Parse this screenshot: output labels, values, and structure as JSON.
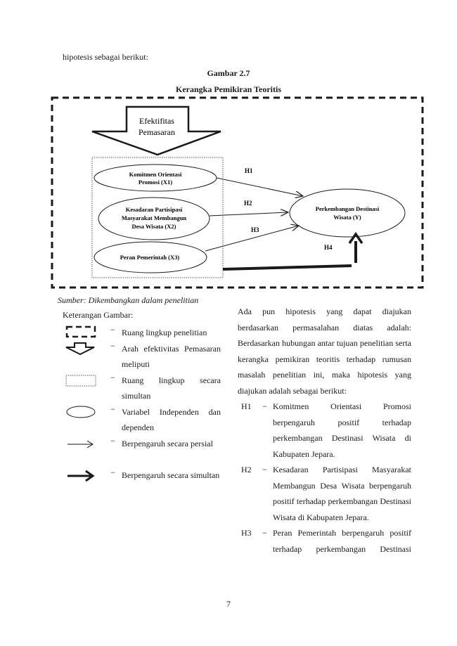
{
  "intro_text": "hipotesis sebagai berikut:",
  "figure": {
    "number": "Gambar 2.7",
    "title": "Kerangka Pemikiran Teoritis",
    "arrow_label_line1": "Efektifitas",
    "arrow_label_line2": "Pemasaran",
    "var_x1_line1": "Komitmen Orientasi",
    "var_x1_line2": "Promosi (X1)",
    "var_x2_line1": "Kesadaran Partisipasi",
    "var_x2_line2": "Masyarakat Membangun",
    "var_x2_line3": "Desa Wisata (X2)",
    "var_x3": "Peran Pemerintah (X3)",
    "var_y_line1": "Perkembangan Destinasi",
    "var_y_line2": "Wisata (Y)",
    "h1": "H1",
    "h2": "H2",
    "h3": "H3",
    "h4": "H4"
  },
  "source_note": "Sumber: Dikembangkan dalam penelitian",
  "legend": {
    "title": "Keterangan Gambar:",
    "items": [
      {
        "icon": "dashed-rect-icon",
        "text": "Ruang lingkup penelitian"
      },
      {
        "icon": "down-arrow-icon",
        "text": "Arah efektivitas Pemasaran meliputi"
      },
      {
        "icon": "dotted-rect-icon",
        "text": "Ruang lingkup secara simultan"
      },
      {
        "icon": "ellipse-icon",
        "text": "Variabel Independen dan dependen"
      },
      {
        "icon": "thin-arrow-icon",
        "text": "Berpengaruh secara persial"
      },
      {
        "icon": "thick-arrow-icon",
        "text": "Berpengaruh secara simultan"
      }
    ],
    "dash": "−"
  },
  "body": {
    "paragraph": "Ada pun hipotesis yang dapat diajukan berdasarkan permasalahan diatas adalah: Berdasarkan hubungan antar tujuan penelitian serta kerangka pemikiran teoritis terhadap rumusan masalah penelitian ini, maka hipotesis yang diajukan adalah sebagai berikut:",
    "hypotheses": [
      {
        "label": "H1",
        "text": "Komitmen Orientasi Promosi berpengaruh positif terhadap perkembangan Destinasi Wisata di Kabupaten Jepara."
      },
      {
        "label": "H2",
        "text": "Kesadaran Partisipasi Masyarakat Membangun Desa Wisata berpengaruh positif terhadap perkembangan Destinasi Wisata di Kabupaten Jepara."
      },
      {
        "label": "H3",
        "text": "Peran Pemerintah berpengaruh positif terhadap perkembangan Destinasi"
      }
    ]
  },
  "page_number": "7"
}
